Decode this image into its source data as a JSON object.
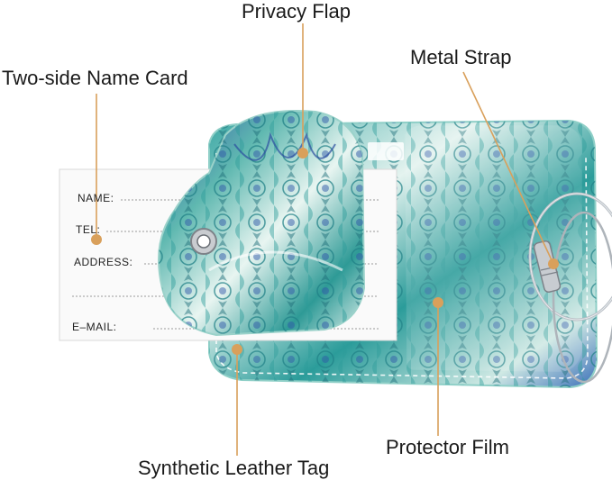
{
  "callouts": {
    "privacy_flap": "Privacy Flap",
    "name_card": "Two-side Name Card",
    "metal_strap": "Metal Strap",
    "protector_film": "Protector Film",
    "leather_tag": "Synthetic Leather Tag"
  },
  "card_fields": {
    "name": "NAME:",
    "tel": "TEL:",
    "address": "ADDRESS:",
    "email": "E–MAIL:"
  },
  "colors": {
    "pointer": "#d9a05b",
    "leather_light": "#e4f3ef",
    "leather_teal": "#2b9c9a",
    "leather_blue": "#2f4fa8",
    "card": "#fafafa"
  }
}
